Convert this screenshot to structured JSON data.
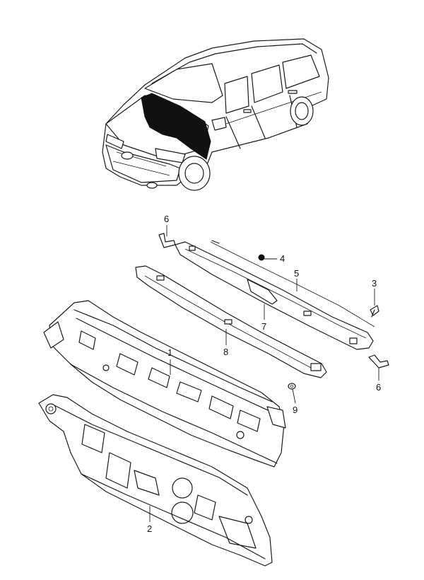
{
  "diagram": {
    "callouts": [
      {
        "id": "c6a",
        "label": "6"
      },
      {
        "id": "c4",
        "label": "4"
      },
      {
        "id": "c5",
        "label": "5"
      },
      {
        "id": "c3",
        "label": "3"
      },
      {
        "id": "c7",
        "label": "7"
      },
      {
        "id": "c8",
        "label": "8"
      },
      {
        "id": "c1",
        "label": "1"
      },
      {
        "id": "c6b",
        "label": "6"
      },
      {
        "id": "c9",
        "label": "9"
      },
      {
        "id": "c2",
        "label": "2"
      }
    ]
  }
}
